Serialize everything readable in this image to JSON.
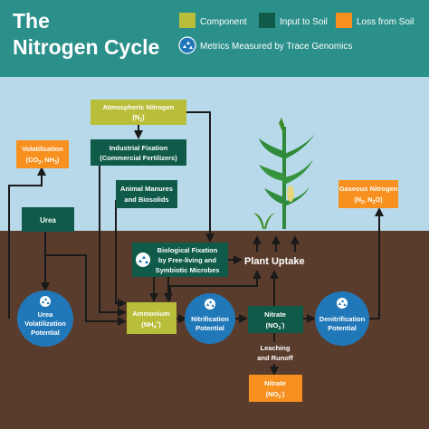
{
  "header": {
    "title_line1": "The",
    "title_line2": "Nitrogen Cycle",
    "legend": [
      {
        "label": "Component",
        "color": "#b9be3a"
      },
      {
        "label": "Input to Soil",
        "color": "#0f5a48"
      },
      {
        "label": "Loss from Soil",
        "color": "#f7901e"
      }
    ],
    "metrics_label": "Metrics Measured by Trace Genomics"
  },
  "colors": {
    "header_bg": "#2b8f8a",
    "sky": "#b8d9ea",
    "soil": "#5a3c2c",
    "component": "#b9be3a",
    "input": "#0f5a48",
    "loss": "#f7901e",
    "metric": "#2178b9",
    "plant": "#2f8a3b"
  },
  "nodes": {
    "atmospheric_nitrogen": {
      "line1": "Atmospheric Nitrogen",
      "line2": "(N",
      "sub": "2",
      "line2_end": ")"
    },
    "industrial_fixation": {
      "line1": "Industrial Fixation",
      "line2": "(Commercial Fertilizers)"
    },
    "volatilization": {
      "line1": "Volatilization",
      "line2a": "(CO",
      "sub1": "2",
      "line2b": ", NH",
      "sub2": "3",
      "line2c": ")"
    },
    "animal_manures": {
      "line1": "Animal Manures",
      "line2": "and Biosolids"
    },
    "gaseous_nitrogen": {
      "line1": "Gaseous Nitrogen",
      "line2a": "(N",
      "sub1": "2",
      "line2b": ", N",
      "sub2": "2",
      "line2c": "O)"
    },
    "urea": {
      "label": "Urea"
    },
    "biological_fixation": {
      "line1": "Biological Fixation",
      "line2": "by Free-living and",
      "line3": "Symbiotic Microbes"
    },
    "plant_uptake": {
      "label": "Plant Uptake"
    },
    "urea_volatilization_potential": {
      "line1": "Urea",
      "line2": "Volatilization",
      "line3": "Potential"
    },
    "ammonium": {
      "line1": "Ammonium",
      "line2a": "(NH",
      "sub1": "4",
      "sup1": "+",
      "line2b": ")"
    },
    "nitrification_potential": {
      "line1": "Nitrification",
      "line2": "Potential"
    },
    "nitrate": {
      "line1": "Nitrate",
      "line2a": "(NO",
      "sub1": "3",
      "sup1": "-",
      "line2b": ")"
    },
    "denitrification_potential": {
      "line1": "Denitrification",
      "line2": "Potential"
    },
    "leaching": {
      "line1": "Leaching",
      "line2": "and Runoff"
    },
    "nitrate_loss": {
      "line1": "Nitrate",
      "line2a": "(NO",
      "sub1": "3",
      "sup1": "-",
      "line2b": ")"
    }
  }
}
